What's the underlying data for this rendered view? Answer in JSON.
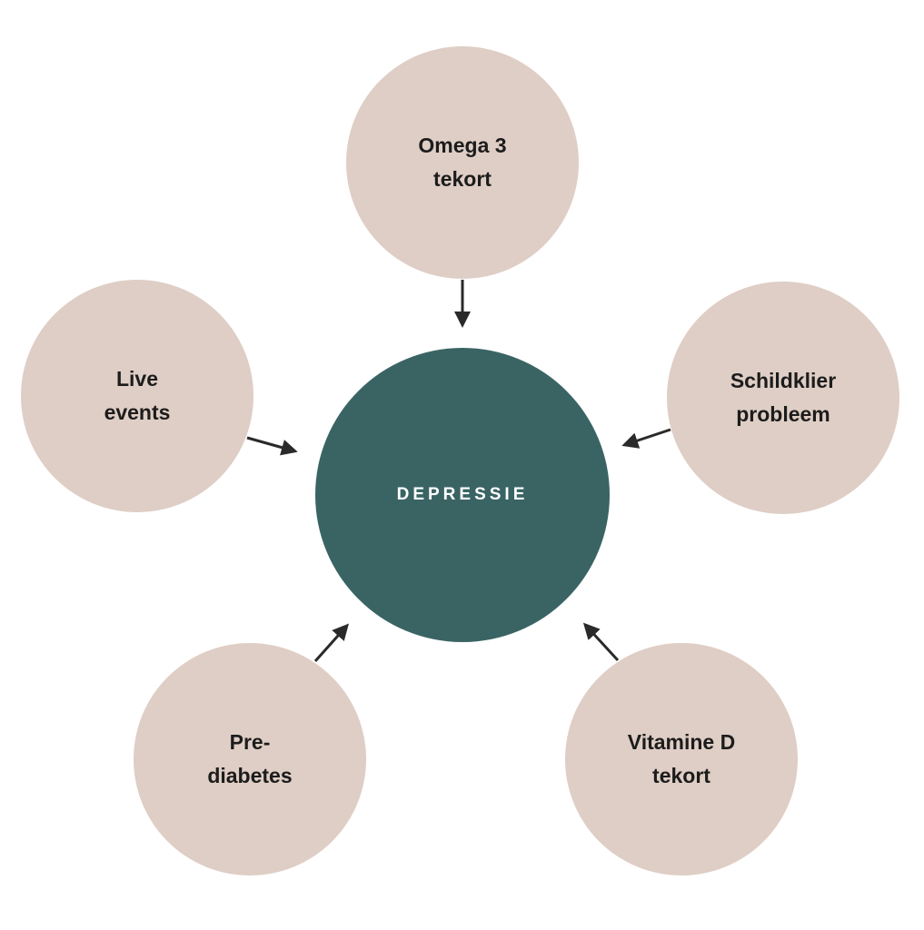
{
  "center": {
    "label": "DEPRESSIE"
  },
  "causes": [
    {
      "label": "Omega 3\ntekort"
    },
    {
      "label": "Schildklier\nprobleem"
    },
    {
      "label": "Vitamine D\ntekort"
    },
    {
      "label": "Pre-\ndiabetes"
    },
    {
      "label": "Live\nevents"
    }
  ],
  "colors": {
    "cause": "#dfcec5",
    "center": "#3a6464",
    "arrow": "#2a2a2a"
  }
}
